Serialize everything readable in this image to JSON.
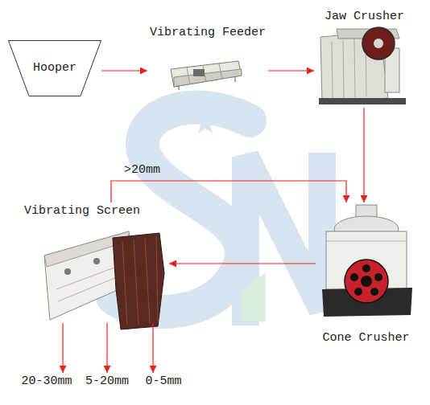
{
  "diagram": {
    "nodes": [
      {
        "text": [
          "Hooper"
        ]
      },
      {
        "text": [
          "Vibrating Feeder"
        ]
      },
      {
        "text": [
          "Jaw Crusher"
        ]
      },
      {
        "text": [
          "Cone Crusher"
        ]
      },
      {
        "text": [
          "Vibrating Screen"
        ]
      },
      {
        "text": [
          "20-30mm"
        ]
      },
      {
        "text": [
          "5-20mm"
        ]
      },
      {
        "text": [
          "0-5mm"
        ]
      }
    ],
    "edges": [
      {
        "from": 0,
        "to": 1,
        "arrow": "to"
      },
      {
        "from": 1,
        "to": 2,
        "arrow": "to"
      },
      {
        "from": 2,
        "to": 3,
        "arrow": "to"
      },
      {
        "from": 3,
        "to": 4,
        "arrow": "to"
      },
      {
        "from": 4,
        "to": 3,
        "label": ">20mm",
        "arrow": "to"
      },
      {
        "from": 4,
        "to": 5,
        "arrow": "to"
      },
      {
        "from": 4,
        "to": 6,
        "arrow": "to"
      },
      {
        "from": 4,
        "to": 7,
        "arrow": "to"
      }
    ]
  }
}
